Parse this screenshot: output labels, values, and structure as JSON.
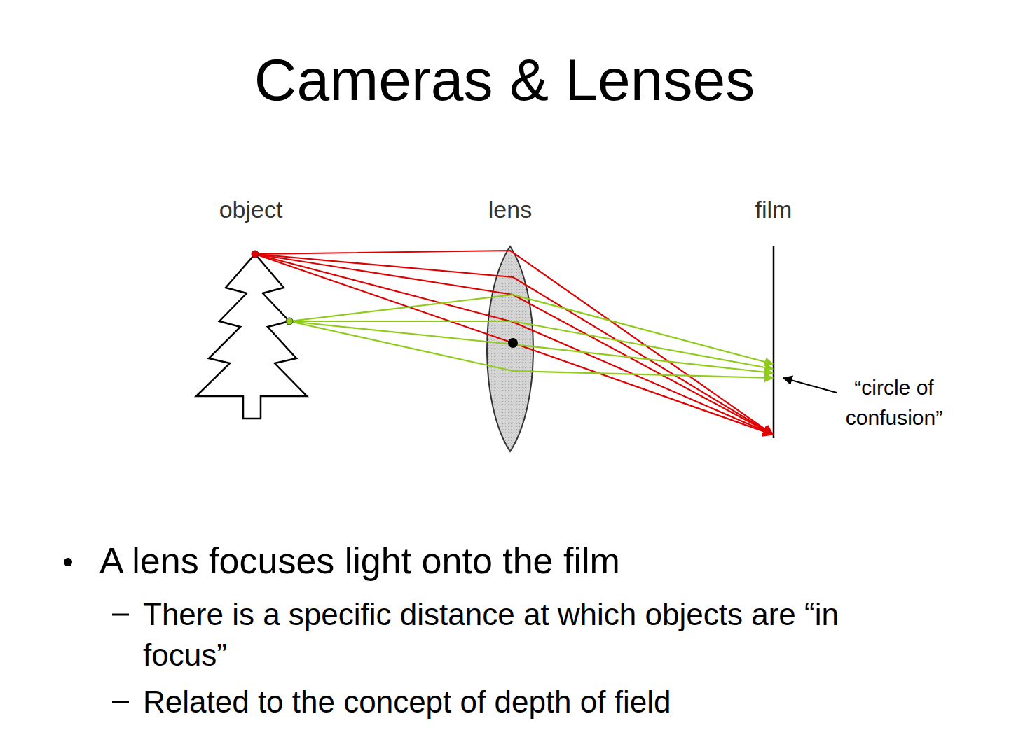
{
  "diagram": {
    "title": "Cameras & Lenses",
    "labels": [
      "object",
      "lens",
      "film",
      "“circle of confusion”",
      "A lens focuses light onto the film",
      "There is a specific distance at which objects are “in focus”",
      "Related to the concept of depth of field"
    ]
  }
}
